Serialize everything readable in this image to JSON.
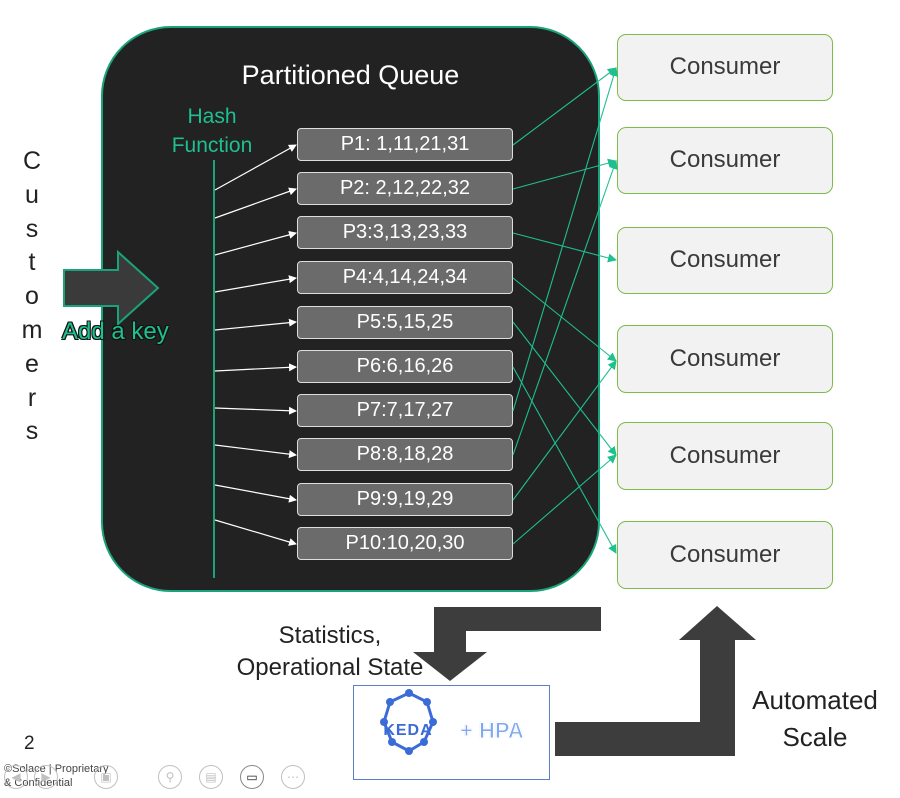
{
  "queue": {
    "title": "Partitioned Queue",
    "hash_function_label": "Hash\nFunction"
  },
  "producer": {
    "label_letters": [
      "C",
      "u",
      "s",
      "t",
      "o",
      "m",
      "e",
      "r",
      "s"
    ],
    "label": "Customers",
    "add_key_label": "Add a key"
  },
  "partitions": [
    "P1: 1,11,21,31",
    "P2: 2,12,22,32",
    "P3:3,13,23,33",
    "P4:4,14,24,34",
    "P5:5,15,25",
    "P6:6,16,26",
    "P7:7,17,27",
    "P8:8,18,28",
    "P9:9,19,29",
    "P10:10,20,30"
  ],
  "consumers": [
    "Consumer",
    "Consumer",
    "Consumer",
    "Consumer",
    "Consumer",
    "Consumer"
  ],
  "feedback": {
    "stats_label": "Statistics,\nOperational State",
    "scale_label": "Automated\nScale",
    "keda_label": "KEDA",
    "hpa_label": "+ HPA"
  },
  "footer": {
    "slide_number": "2",
    "copyright_line1": "©Solace | Proprietary",
    "copyright_line2": "& Confidential"
  },
  "colors": {
    "accent": "#1aa37a",
    "queue_bg": "#222222",
    "partition_bg": "#6b6b6b",
    "consumer_border": "#7dbb4d",
    "keda_blue": "#3b6bd6"
  },
  "icons": [
    "back-icon",
    "forward-icon",
    "slides-icon",
    "zoom-icon",
    "subtitles-icon",
    "camera-icon",
    "more-icon"
  ]
}
